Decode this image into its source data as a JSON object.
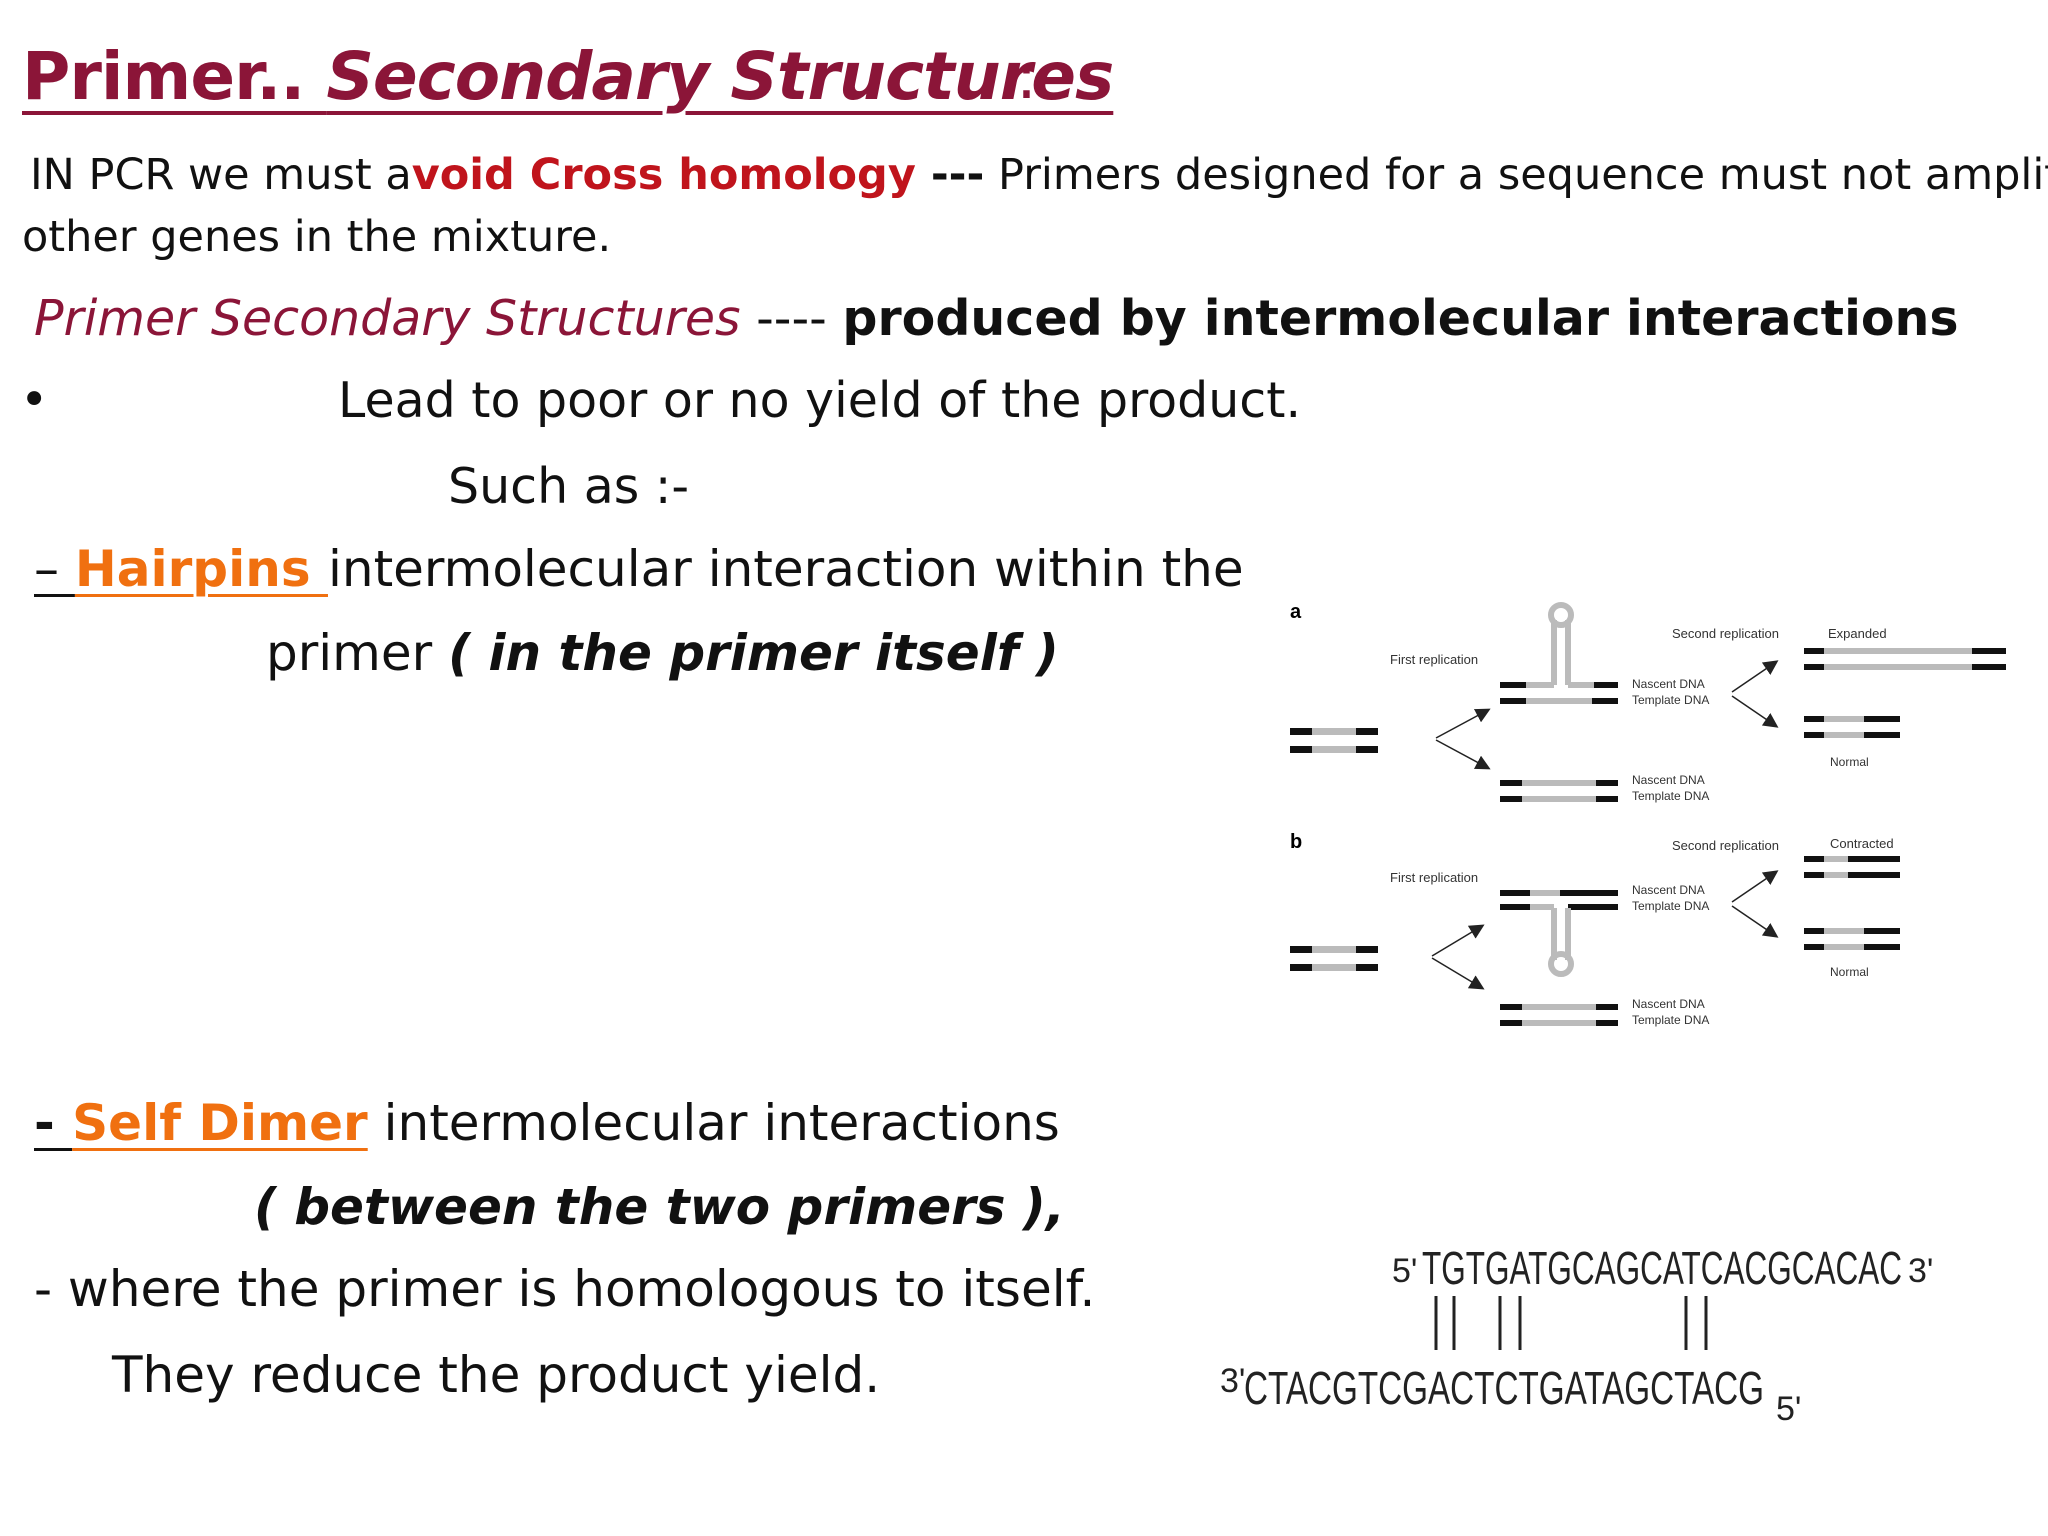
{
  "title": {
    "part1": "Primer.. ",
    "part2": "Secondary Structures ",
    "colon": ":"
  },
  "intro": {
    "t1": "IN PCR we must  a",
    "red": "void Cross homology",
    "dash": "  ---",
    "t2": "  Primers designed for a sequence must not amplify",
    "t3": "other genes in  the mixture."
  },
  "secondary": {
    "label": "Primer Secondary Structures",
    "dashes": "  ----  ",
    "bold": "produced    by   intermolecular  interactions"
  },
  "bullet": "•",
  "lead": "Lead to poor or no yield of the product.",
  "such_as": "Such as :-",
  "hairpins": {
    "dash": "– ",
    "name": "Hairpins ",
    "text": "intermolecular interaction within the",
    "line2a": "primer  ",
    "line2b": "( in the primer itself )"
  },
  "self_dimer": {
    "dash": "- ",
    "name": "Self Dimer",
    "text": "   intermolecular interactions",
    "line2": "( between the two primers ),",
    "line3": "- where the primer is  homologous  to itself.",
    "line4": "They reduce the product yield."
  },
  "figure": {
    "panel_a": "a",
    "panel_b": "b",
    "first_replication": "First replication",
    "second_replication": "Second replication",
    "nascent": "Nascent DNA",
    "template": "Template DNA",
    "expanded": "Expanded",
    "contracted": "Contracted",
    "normal": "Normal"
  },
  "sequence": {
    "top_5": "5'",
    "top_seq": "TGTGATGCAGCATCACGCACAC",
    "top_3": "3'",
    "bottom_3": "3'",
    "bottom_seq": "CTACGTCGACTCTGATAGCTACG",
    "bottom_5": "5'"
  },
  "colors": {
    "title": "#8b1538",
    "accent_red": "#c0141c",
    "orange": "#f07010"
  }
}
